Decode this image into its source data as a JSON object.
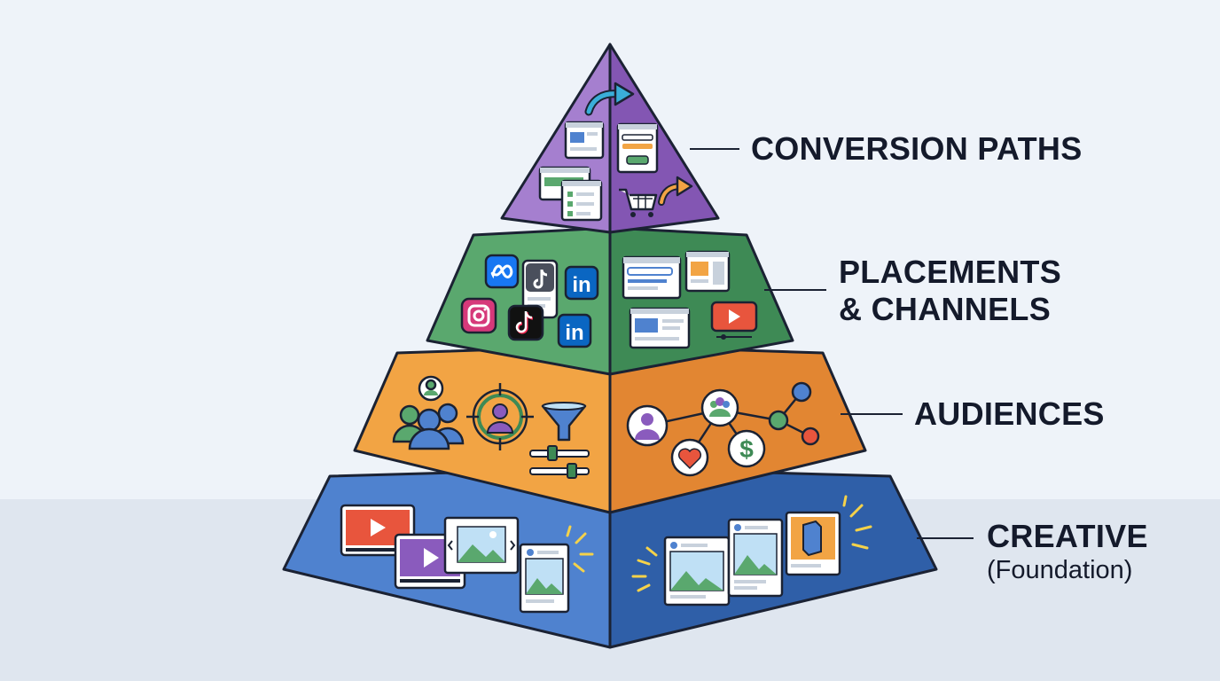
{
  "tiers": [
    {
      "id": "conversion",
      "label": "CONVERSION PATHS",
      "color": "#9b6dc6",
      "shade": "#7d4fae"
    },
    {
      "id": "placements",
      "label_line1": "PLACEMENTS",
      "label_line2": "& CHANNELS",
      "color": "#5aa86e",
      "shade": "#3e8a55"
    },
    {
      "id": "audiences",
      "label": "AUDIENCES",
      "color": "#f2a444",
      "shade": "#e28632"
    },
    {
      "id": "creative",
      "label": "CREATIVE",
      "sublabel": "(Foundation)",
      "color": "#4f82cf",
      "shade": "#2f5fa8"
    }
  ],
  "icons": {
    "conversion": [
      "flow-arrow-icon",
      "landing-page-icon",
      "form-icon",
      "checklist-icon",
      "cart-icon"
    ],
    "placements": [
      "meta-logo-icon",
      "tiktok-logo-icon",
      "linkedin-logo-icon",
      "instagram-logo-icon",
      "search-ad-icon",
      "display-ad-icon",
      "video-play-icon"
    ],
    "audiences": [
      "group-icon",
      "target-icon",
      "funnel-icon",
      "slider-icon",
      "network-icon",
      "heart-icon",
      "dollar-icon"
    ],
    "creative": [
      "video-icon",
      "image-carousel-icon",
      "image-post-icon",
      "sparkle-icon",
      "product-icon"
    ]
  },
  "brand_text": {
    "linkedin": "in",
    "dollar": "$"
  }
}
